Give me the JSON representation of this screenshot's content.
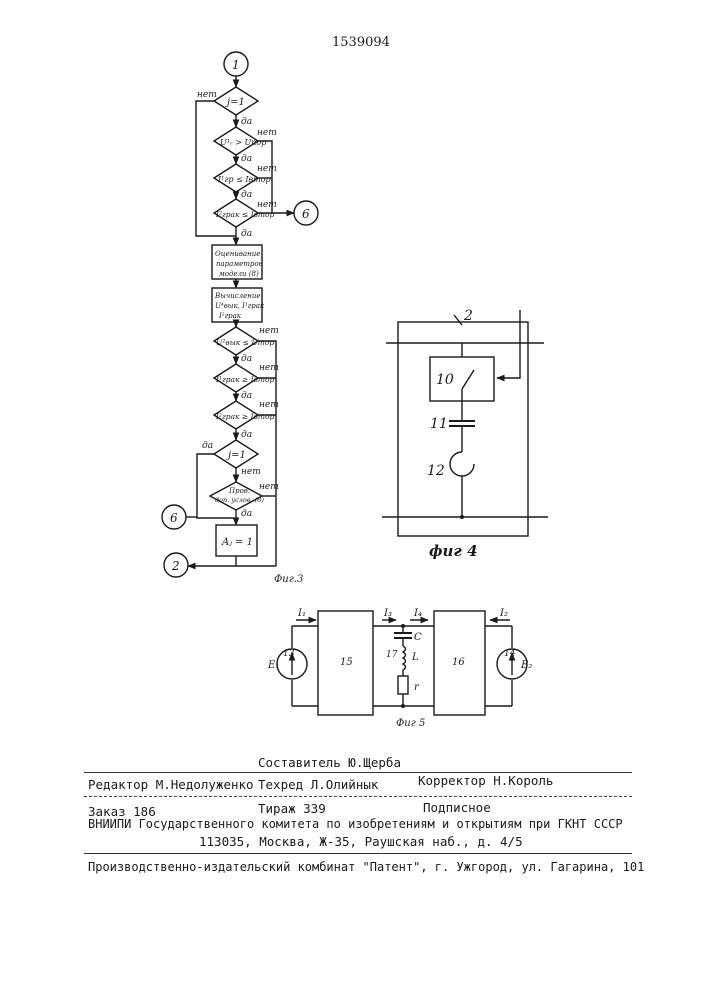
{
  "patent_number": "1539094",
  "fig3": {
    "caption": "Фиг.3",
    "connectors": {
      "c1": "1",
      "c2": "2",
      "c6a": "6",
      "c6b": "6"
    },
    "decisions": {
      "d1": "j=1",
      "d2": "U¹ᵣ > Uпор",
      "d3": "I¹гр ≤ Iвтор",
      "d4": "I²грак ≤ Iвтор",
      "d5": "U²вык ≤ Uтор",
      "d6": "I¹грак ≥ Iвтор",
      "d7": "I²грак ≥ Iвтор",
      "d8": "j=1",
      "d9_l1": "Пров.",
      "d9_l2": "доп. услов. (8)"
    },
    "blocks": {
      "b1_l1": "Оценивание",
      "b1_l2": "параметров",
      "b1_l3": "модели (8)",
      "b2_l1": "Вычисление",
      "b2_l2": "U⁴вык, I¹грак",
      "b2_l3": "I²грак",
      "b3": "Aⱼ = 1"
    },
    "labels": {
      "no": "нет",
      "yes": "да"
    }
  },
  "fig4": {
    "caption": "фиг 4",
    "n2": "2",
    "n10": "10",
    "n11": "11",
    "n12": "12"
  },
  "fig5": {
    "caption": "Фиг 5",
    "I1": "I₁",
    "I2": "I₂",
    "I3": "I₃",
    "I4": "I₄",
    "C": "C",
    "L": "L",
    "r": "r",
    "E1": "E₁",
    "E2": "E₂",
    "n13": "13",
    "n14": "14",
    "n15": "15",
    "n16": "16",
    "n17": "17"
  },
  "footer": {
    "composer": "Составитель Ю.Щерба",
    "editor": "Редактор М.Недолуженко",
    "techred": "Техред Л.Олийнык",
    "corrector": "Корректор Н.Король",
    "order": "Заказ 186",
    "circulation": "Тираж 339",
    "subscription": "Подписное",
    "vniipi": "ВНИИПИ Государственного комитета по изобретениям и открытиям при ГКНТ СССР",
    "address": "113035, Москва, Ж-35, Раушская наб., д. 4/5",
    "plant": "Производственно-издательский комбинат \"Патент\", г. Ужгород, ул. Гагарина, 101"
  }
}
